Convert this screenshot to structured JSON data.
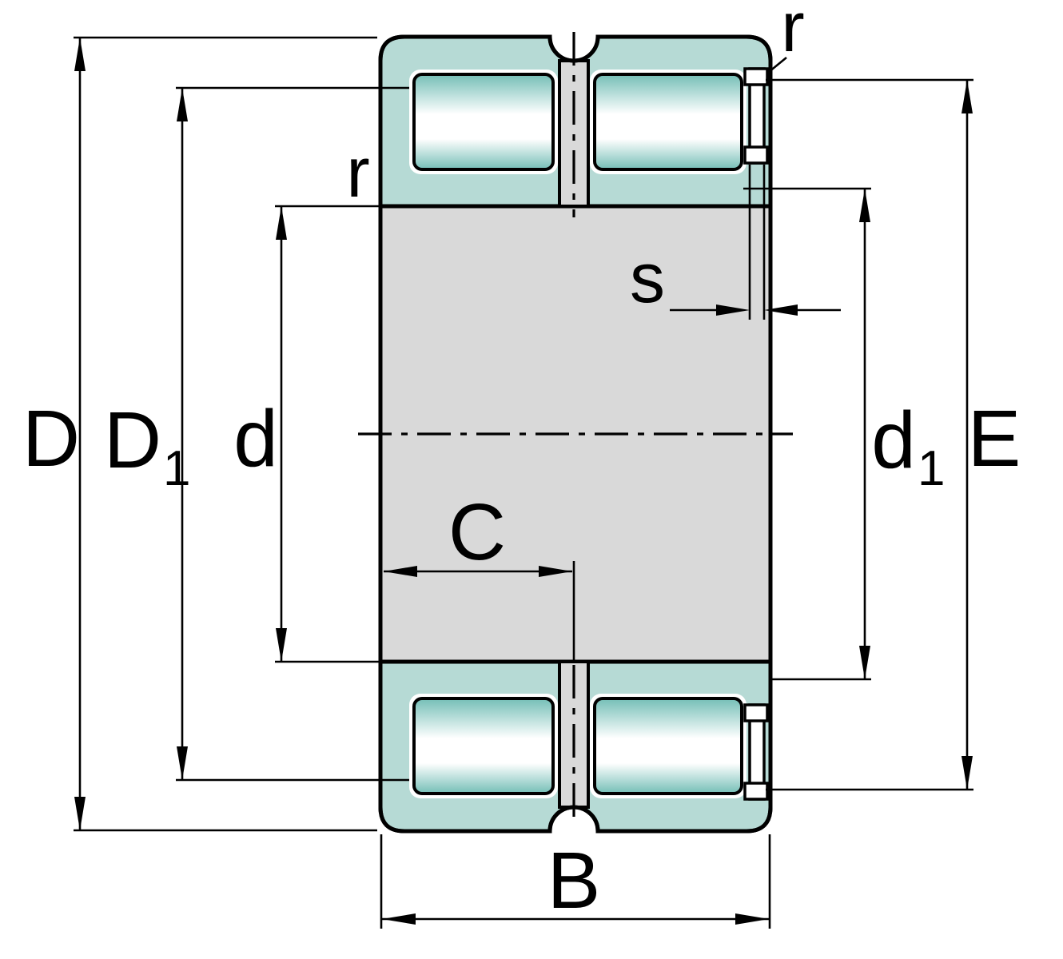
{
  "diagram": {
    "type": "technical-drawing",
    "subject": "double-row full-complement cylindrical roller bearing cross-section with dimension callouts",
    "dimension_labels": {
      "D": {
        "base": "D"
      },
      "D1": {
        "base": "D",
        "sub": "1"
      },
      "d": {
        "base": "d"
      },
      "d1": {
        "base": "d",
        "sub": "1"
      },
      "E": {
        "base": "E"
      },
      "B": {
        "base": "B"
      },
      "C": {
        "base": "C"
      },
      "s": {
        "base": "s"
      },
      "r_top": {
        "base": "r"
      },
      "r_left": {
        "base": "r"
      }
    },
    "colors": {
      "ring_teal": "#b6dad5",
      "roller_edge_teal": "#7cc3bb",
      "roller_highlight": "#ffffff",
      "body_gray": "#d9d9d9",
      "line_black": "#000000",
      "background": "#ffffff"
    }
  }
}
